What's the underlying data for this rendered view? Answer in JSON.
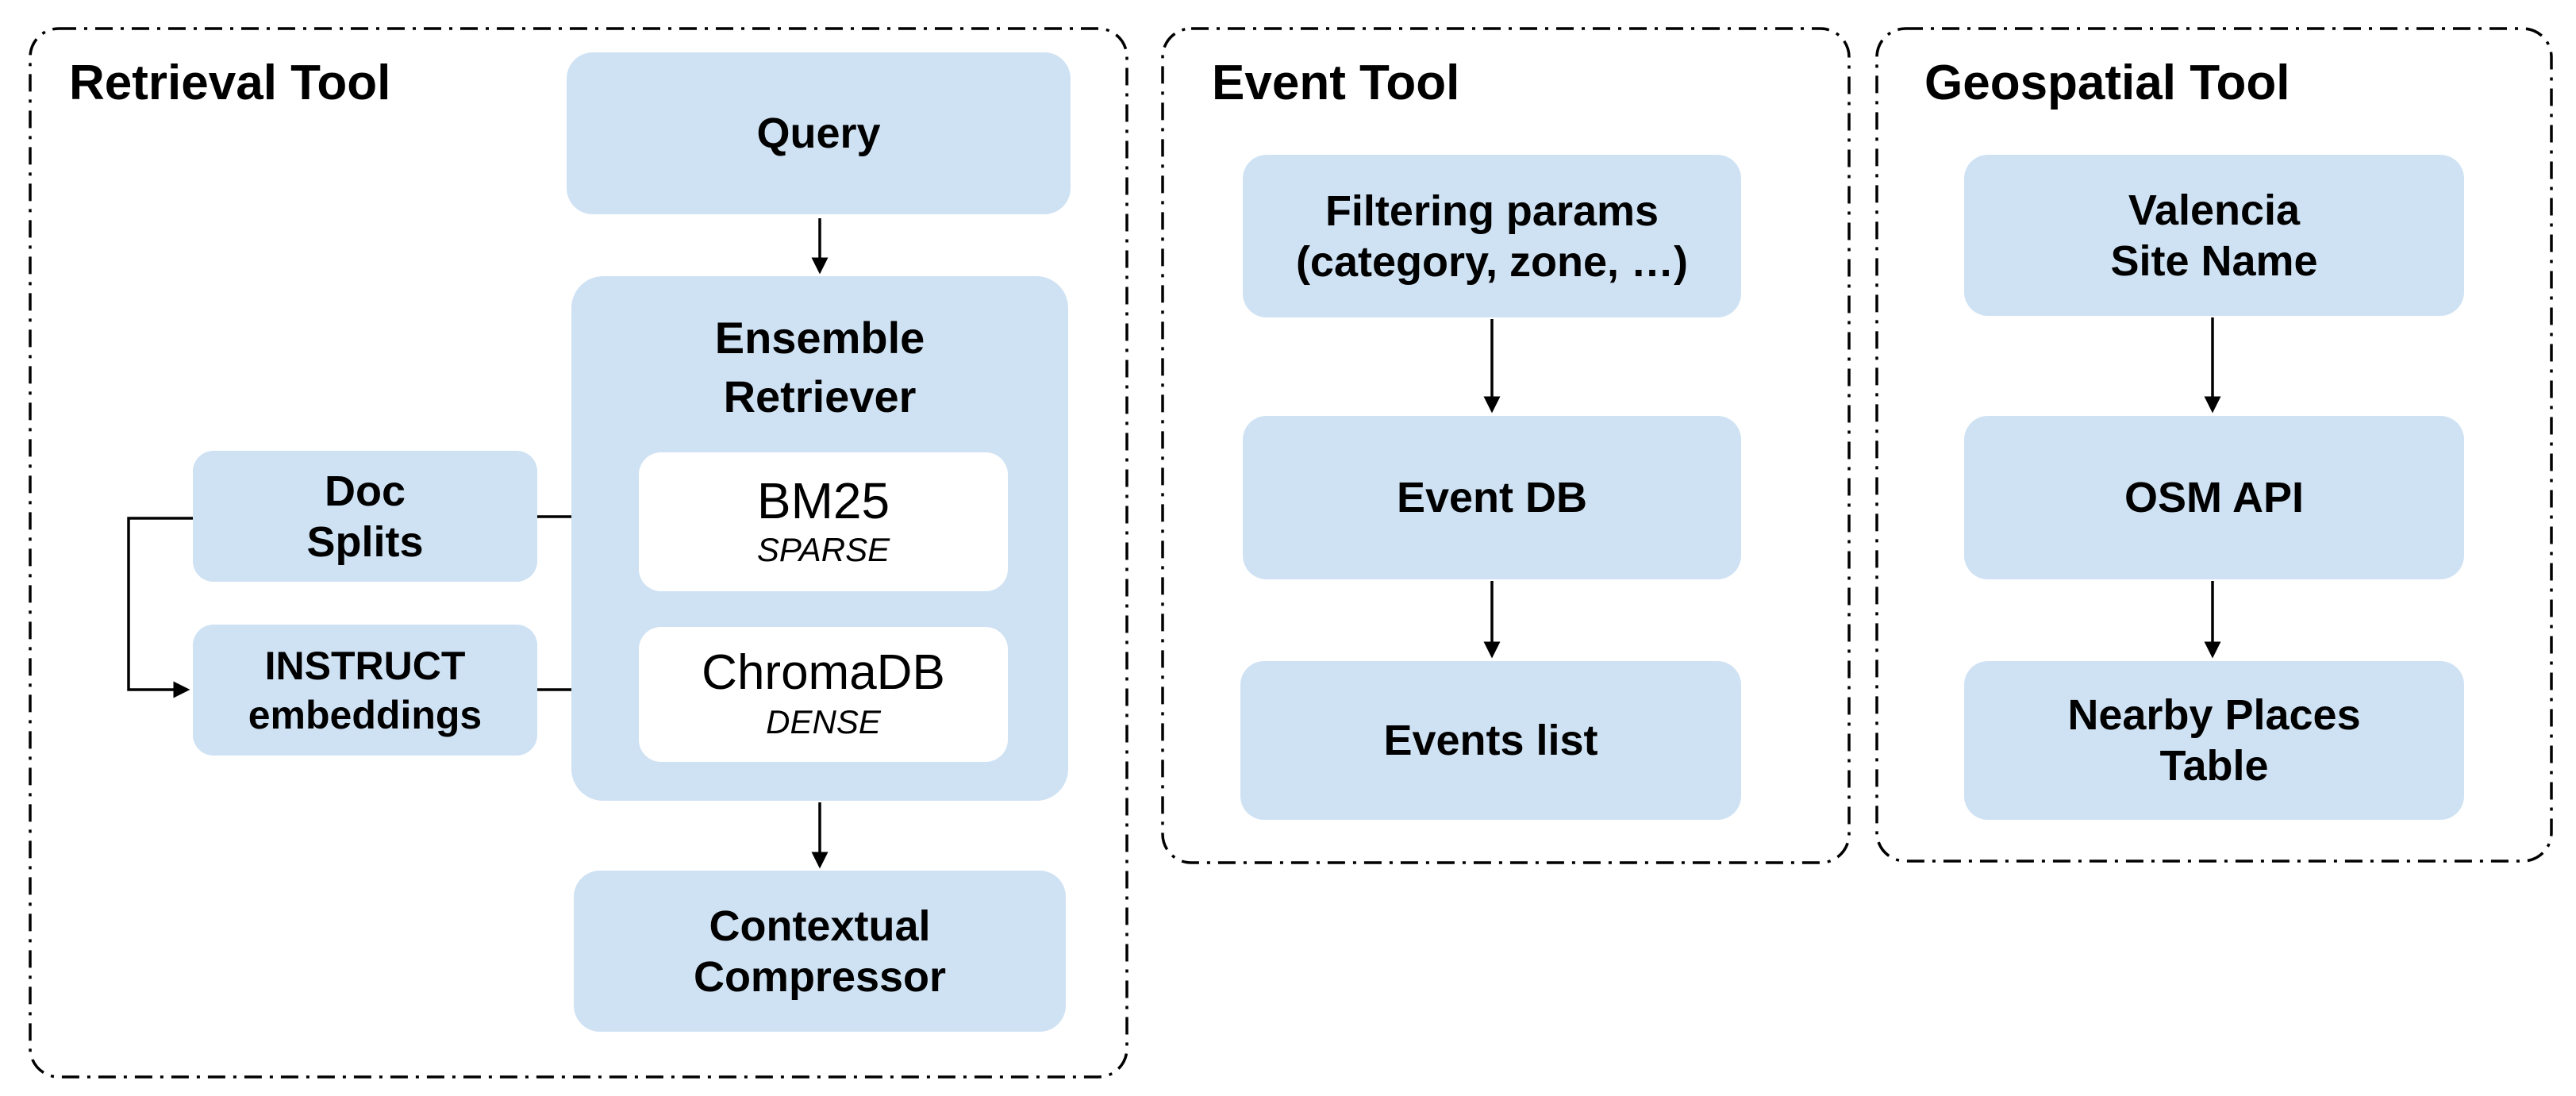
{
  "colors": {
    "node_fill": "#cfe2f3",
    "inner_node_fill": "#ffffff",
    "line": "#000000",
    "text": "#000000",
    "background": "#ffffff"
  },
  "retrieval": {
    "title": "Retrieval Tool",
    "query": "Query",
    "ensemble": "Ensemble\nRetriever",
    "doc_splits": "Doc\nSplits",
    "instruct": "INSTRUCT\nembeddings",
    "bm25_name": "BM25",
    "bm25_type": "SPARSE",
    "chromadb_name": "ChromaDB",
    "chromadb_type": "DENSE",
    "compressor": "Contextual\nCompressor"
  },
  "event": {
    "title": "Event Tool",
    "filtering": "Filtering params\n(category, zone, …)",
    "event_db": "Event DB",
    "events_list": "Events list"
  },
  "geospatial": {
    "title": "Geospatial Tool",
    "site_name": "Valencia\nSite Name",
    "osm_api": "OSM API",
    "nearby": "Nearby Places\nTable"
  }
}
